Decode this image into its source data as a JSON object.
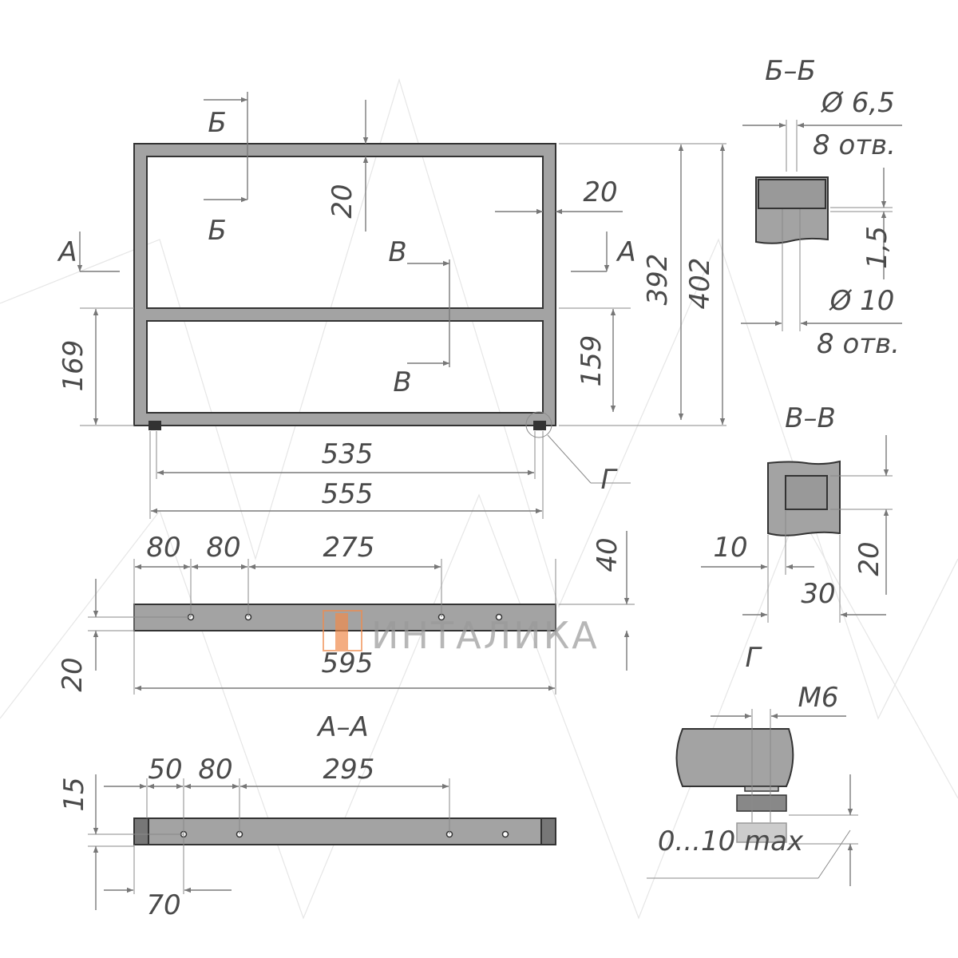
{
  "front_view": {
    "section_b": "Б",
    "section_b2": "Б",
    "dim_top_bar": "20",
    "dim_side_bar": "20",
    "section_a_left": "А",
    "section_a_right": "А",
    "section_v_top": "В",
    "section_v_bottom": "В",
    "dim_392": "392",
    "dim_402": "402",
    "dim_169": "169",
    "dim_159": "159",
    "dim_535": "535",
    "dim_555": "555",
    "detail_g": "Г"
  },
  "top_view": {
    "dim_80a": "80",
    "dim_80b": "80",
    "dim_275": "275",
    "dim_40": "40",
    "dim_20": "20",
    "dim_595": "595"
  },
  "section_aa": {
    "title": "А–А",
    "dim_50": "50",
    "dim_80": "80",
    "dim_295": "295",
    "dim_15": "15",
    "dim_70": "70"
  },
  "section_bb": {
    "title": "Б–Б",
    "hole_small": "Ø 6,5",
    "hole_small_count": "8 отв.",
    "wall": "1,5",
    "hole_large": "Ø 10",
    "hole_large_count": "8 отв."
  },
  "section_vv": {
    "title": "В–В",
    "dim_10": "10",
    "dim_30": "30",
    "dim_20": "20"
  },
  "detail_g": {
    "title": "Г",
    "thread": "М6",
    "adjust": "0...10 max"
  },
  "watermark": {
    "brand": "ИНТАЛИКА",
    "accent": "#f08a4b"
  }
}
